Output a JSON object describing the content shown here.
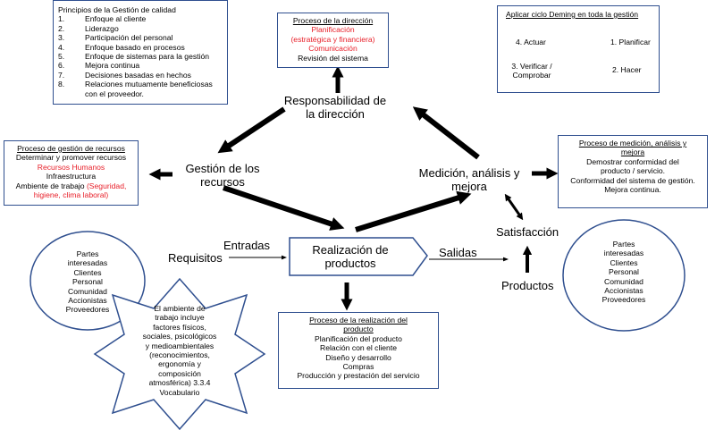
{
  "principles": {
    "title": "Principios de la Gestión de calidad",
    "items": [
      {
        "n": "1.",
        "text": "Enfoque al cliente"
      },
      {
        "n": "2.",
        "text": "Liderazgo"
      },
      {
        "n": "3.",
        "text": "Participación del personal"
      },
      {
        "n": "4.",
        "text": "Enfoque basado en procesos"
      },
      {
        "n": "5.",
        "text": "Enfoque de sistemas para la gestión"
      },
      {
        "n": "6.",
        "text": "Mejora continua"
      },
      {
        "n": "7.",
        "text": "Decisiones basadas en hechos"
      },
      {
        "n": "8.",
        "text": "Relaciones mutuamente beneficiosas"
      }
    ],
    "item8_cont": "con el proveedor."
  },
  "direction_box": {
    "title": "Proceso de la dirección",
    "line1": "Planificación",
    "line2": "(estratégica y financiera)",
    "line3": "Comunicación",
    "line4": "Revisión del sistema"
  },
  "deming": {
    "title": "Aplicar ciclo Deming en toda la gestión",
    "act": "4. Actuar",
    "plan": "1. Planificar",
    "verify1": "3. Verificar /",
    "verify2": "Comprobar",
    "do": "2. Hacer"
  },
  "resources_box": {
    "title": "Proceso de gestión de recursos",
    "line1": "Determinar y promover recursos",
    "line2": "Recursos Humanos",
    "line3": "Infraestructura",
    "line4a": "Ambiente de trabajo ",
    "line4b": "(Seguridad,",
    "line5": "higiene, clima laboral)"
  },
  "measurement_box": {
    "title1": "Proceso de medición, análisis y",
    "title2": "mejora",
    "line1": "Demostrar conformidad del",
    "line2": "producto / servicio.",
    "line3": "Conformidad del sistema de gestión.",
    "line4": "Mejora continua."
  },
  "center": {
    "responsibility1": "Responsabilidad de",
    "responsibility2": "la dirección",
    "resources1": "Gestión de los",
    "resources2": "recursos",
    "measurement1": "Medición, análisis y",
    "measurement2": "mejora",
    "inputs": "Entradas",
    "requirements": "Requisitos",
    "realization1": "Realización de",
    "realization2": "productos",
    "outputs": "Salidas",
    "satisfaction": "Satisfacción",
    "products": "Productos"
  },
  "left_circle": [
    "Partes",
    "interesadas",
    "Clientes",
    "Personal",
    "Comunidad",
    "Accionistas",
    "Proveedores"
  ],
  "right_circle": [
    "Partes",
    "interesadas",
    "Clientes",
    "Personal",
    "Comunidad",
    "Accionistas",
    "Proveedores"
  ],
  "star": [
    "El ambiente de",
    "trabajo incluye",
    "factores físicos,",
    "sociales, psicológicos",
    "y medioambientales",
    "(reconocimientos,",
    "ergonomía y",
    "composición",
    "atmosférica) 3.3.4",
    "Vocabulario"
  ],
  "realization_box": {
    "title1": "Proceso de la realización del",
    "title2": "producto",
    "items": [
      "Planificación del producto",
      "Relación con el cliente",
      "Diseño y desarrollo",
      "Compras",
      "Producción y prestación del servicio"
    ]
  },
  "colors": {
    "border": "#2f4f8f",
    "accent": "#e8202a",
    "ink": "#000000"
  }
}
